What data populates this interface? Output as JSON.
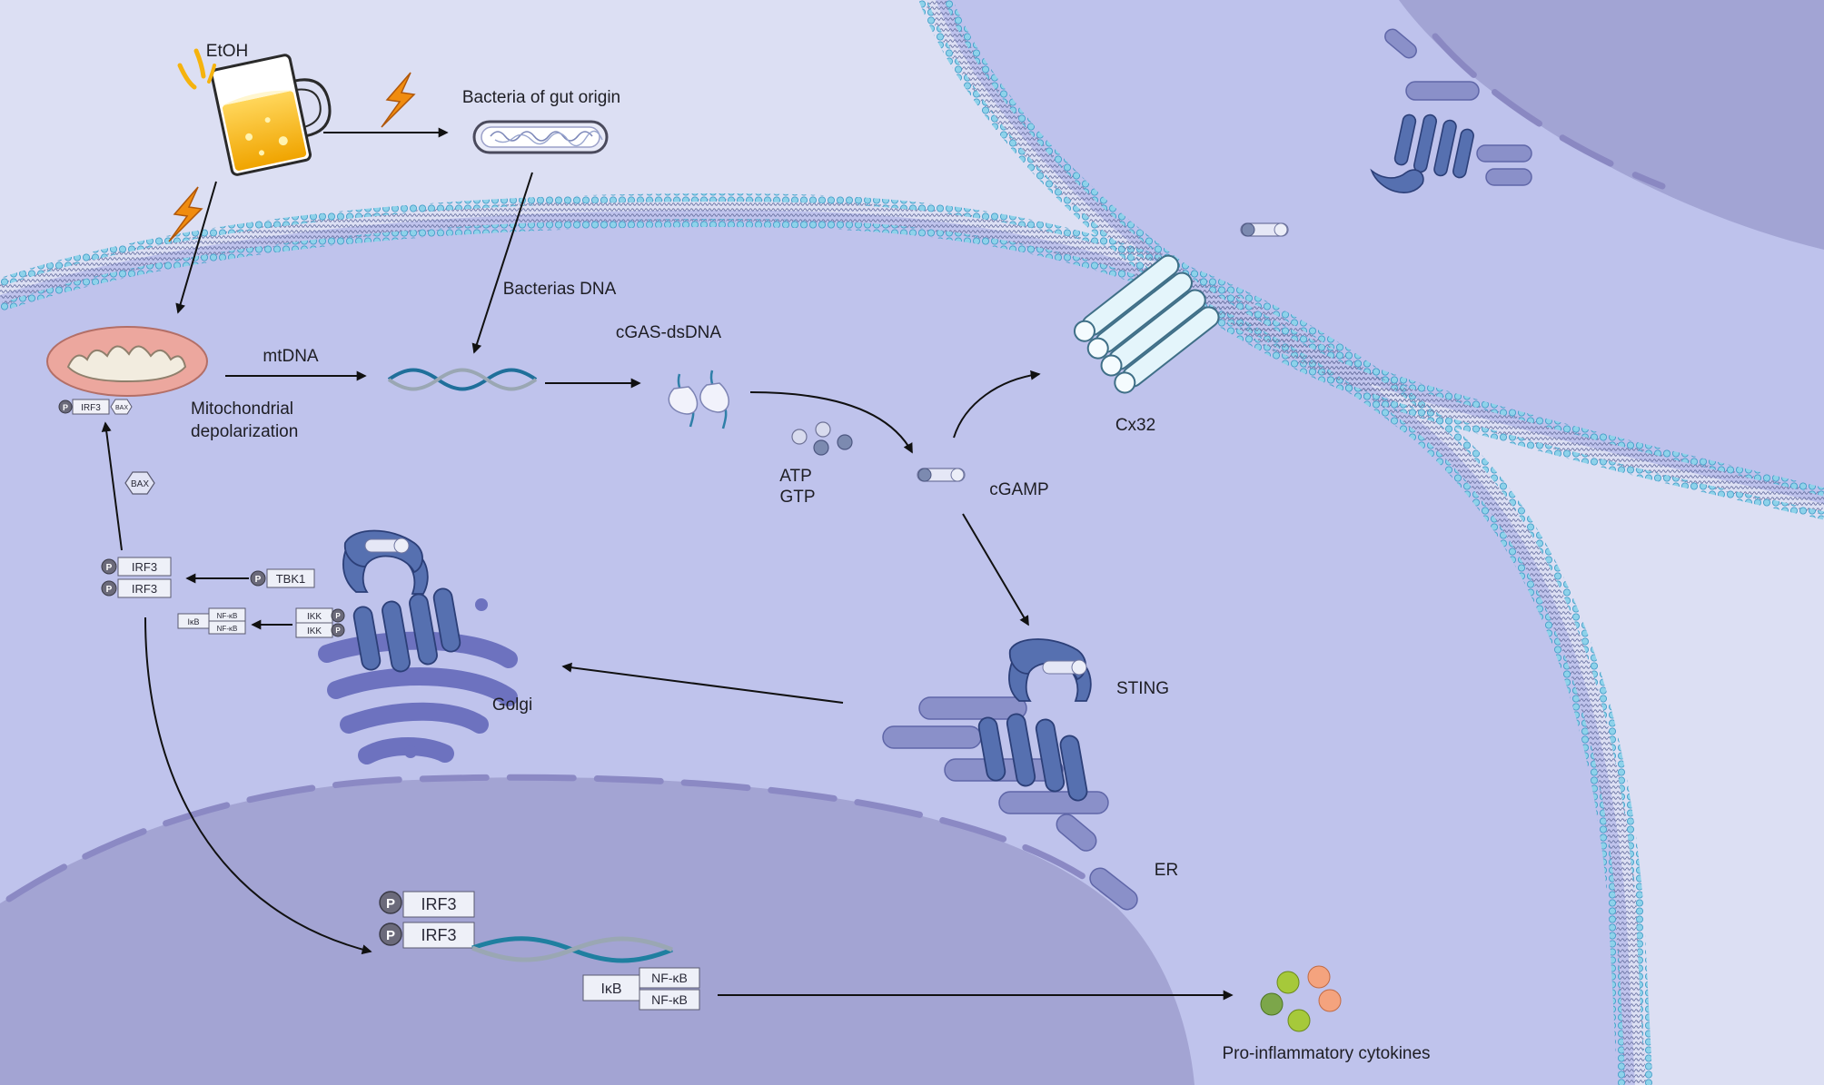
{
  "labels": {
    "etoh": "EtOH",
    "bacteria": "Bacteria of gut origin",
    "bacterias_dna": "Bacterias DNA",
    "mtdna": "mtDNA",
    "mito_depol_1": "Mitochondrial",
    "mito_depol_2": "depolarization",
    "cgas": "cGAS-dsDNA",
    "atp": "ATP",
    "gtp": "GTP",
    "cgamp": "cGAMP",
    "cx32": "Cx32",
    "sting": "STING",
    "golgi": "Golgi",
    "er": "ER",
    "cytokines": "Pro-inflammatory cytokines"
  },
  "boxes": {
    "mito_irf3": "IRF3",
    "mito_bax": "BAX",
    "bax": "BAX",
    "irf3_a": "IRF3",
    "irf3_b": "IRF3",
    "tbk1": "TBK1",
    "ikb_small": "IκB",
    "nfkb_small_a": "NF-κB",
    "nfkb_small_b": "NF-κB",
    "ikk_a": "IKK",
    "ikk_b": "IKK",
    "nuc_irf3_a": "IRF3",
    "nuc_irf3_b": "IRF3",
    "nuc_ikb": "IκB",
    "nuc_nfkb_a": "NF-κB",
    "nuc_nfkb_b": "NF-κB",
    "p": "P"
  },
  "colors": {
    "background": "#dcdff3",
    "cell": "#bfc3ec",
    "nucleus": "#a3a4d3",
    "protein": "#5670b0",
    "arrow": "#111111",
    "beer": "#f5b30e",
    "lightning": "#f08c0f",
    "mitochondria": "#eca79e",
    "cytokine_orange": "#f4a37e",
    "cytokine_green": "#a6c93a",
    "cytokine_olive": "#7ca64a"
  }
}
